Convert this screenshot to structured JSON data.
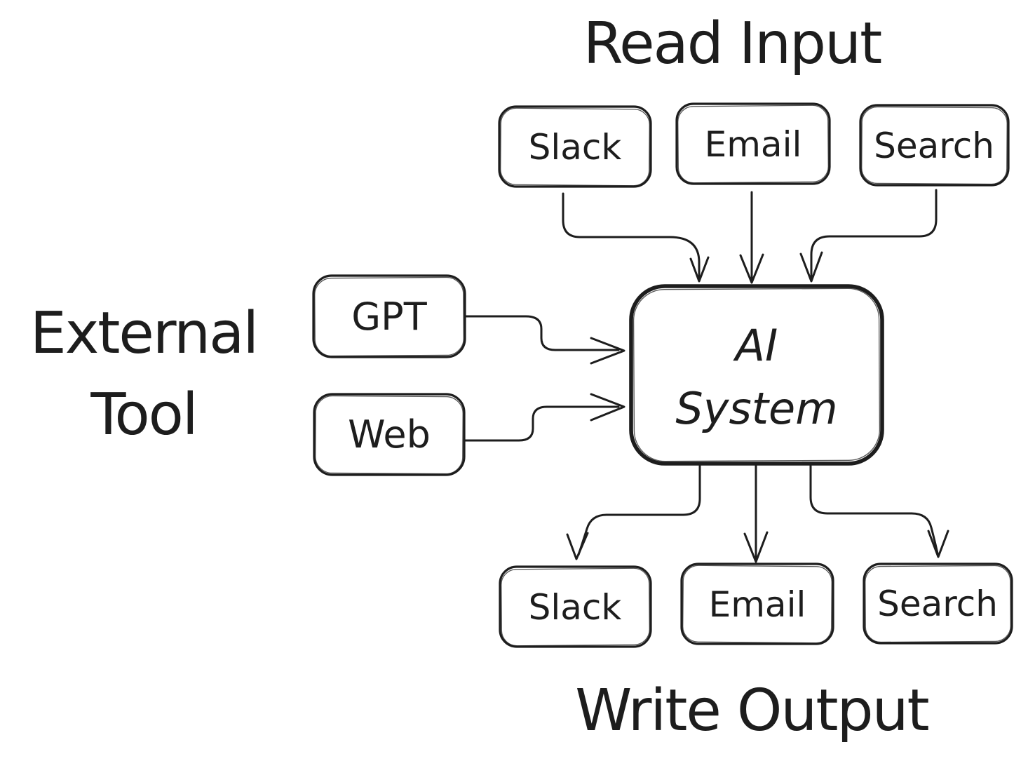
{
  "diagram": {
    "type": "flowchart",
    "style": "hand-drawn",
    "colors": {
      "ink": "#1d1d1d",
      "background": "#ffffff"
    },
    "titles": {
      "top": "Read Input",
      "bottom": "Write Output",
      "left_line1": "External",
      "left_line2": "Tool"
    },
    "center_node": {
      "line1": "AI",
      "line2": "System"
    },
    "input_nodes": [
      {
        "label": "Slack"
      },
      {
        "label": "Email"
      },
      {
        "label": "Search"
      }
    ],
    "external_tool_nodes": [
      {
        "label": "GPT"
      },
      {
        "label": "Web"
      }
    ],
    "output_nodes": [
      {
        "label": "Slack"
      },
      {
        "label": "Email"
      },
      {
        "label": "Search"
      }
    ],
    "edges": [
      "input Slack -> AI System",
      "input Email -> AI System",
      "input Search -> AI System",
      "GPT -> AI System",
      "Web -> AI System",
      "AI System -> output Slack",
      "AI System -> output Email",
      "AI System -> output Search"
    ]
  }
}
